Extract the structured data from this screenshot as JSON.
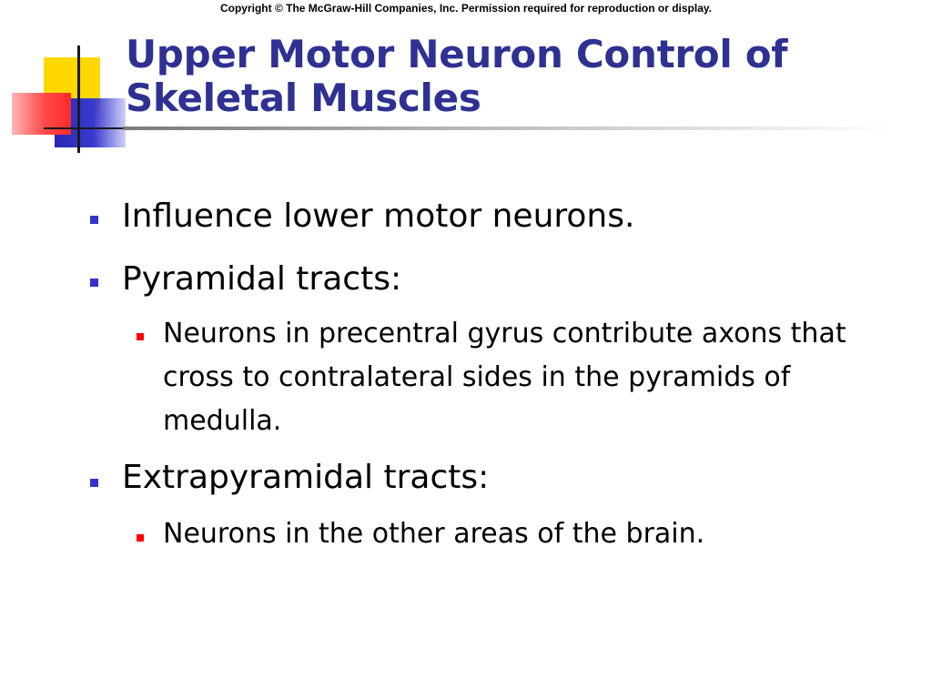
{
  "copyright": "Copyright © The McGraw-Hill Companies, Inc. Permission required for reproduction or display.",
  "slide": {
    "title": "Upper Motor Neuron Control of Skeletal Muscles",
    "bullets": [
      {
        "text": "Influence lower motor neurons."
      },
      {
        "text": "Pyramidal tracts:"
      },
      {
        "text": "Neurons in precentral gyrus contribute axons that cross to contralateral sides in the pyramids of medulla."
      },
      {
        "text": "Extrapyramidal tracts:"
      },
      {
        "text": "Neurons in the other areas of the brain."
      }
    ]
  },
  "colors": {
    "title": "#2e3192",
    "bullet_level1": "#3333cc",
    "bullet_level2": "#ff0000"
  }
}
